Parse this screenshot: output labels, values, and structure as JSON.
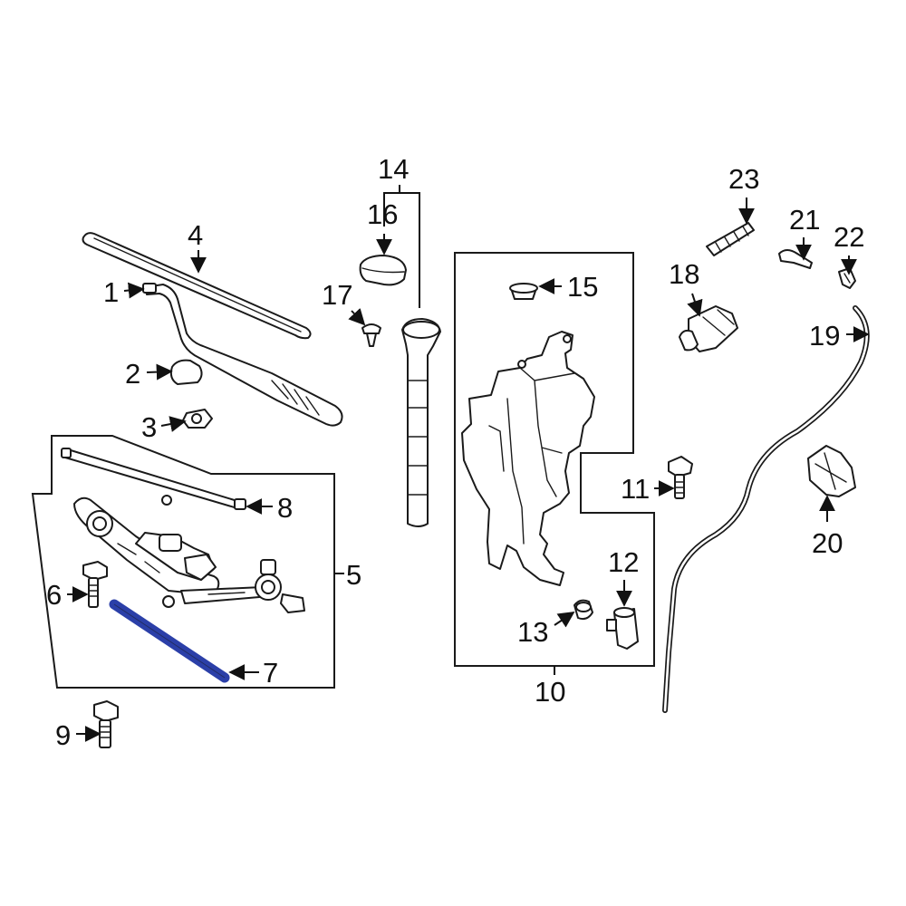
{
  "accent_color": "#2b3fa8",
  "highlighted_part": "7",
  "callouts": [
    {
      "id": "c1",
      "label": "1"
    },
    {
      "id": "c2",
      "label": "2"
    },
    {
      "id": "c3",
      "label": "3"
    },
    {
      "id": "c4",
      "label": "4"
    },
    {
      "id": "c5",
      "label": "5"
    },
    {
      "id": "c6",
      "label": "6"
    },
    {
      "id": "c7",
      "label": "7"
    },
    {
      "id": "c8",
      "label": "8"
    },
    {
      "id": "c9",
      "label": "9"
    },
    {
      "id": "c10",
      "label": "10"
    },
    {
      "id": "c11",
      "label": "11"
    },
    {
      "id": "c12",
      "label": "12"
    },
    {
      "id": "c13",
      "label": "13"
    },
    {
      "id": "c14",
      "label": "14"
    },
    {
      "id": "c15",
      "label": "15"
    },
    {
      "id": "c16",
      "label": "16"
    },
    {
      "id": "c17",
      "label": "17"
    },
    {
      "id": "c18",
      "label": "18"
    },
    {
      "id": "c19",
      "label": "19"
    },
    {
      "id": "c20",
      "label": "20"
    },
    {
      "id": "c21",
      "label": "21"
    },
    {
      "id": "c22",
      "label": "22"
    },
    {
      "id": "c23",
      "label": "23"
    }
  ]
}
